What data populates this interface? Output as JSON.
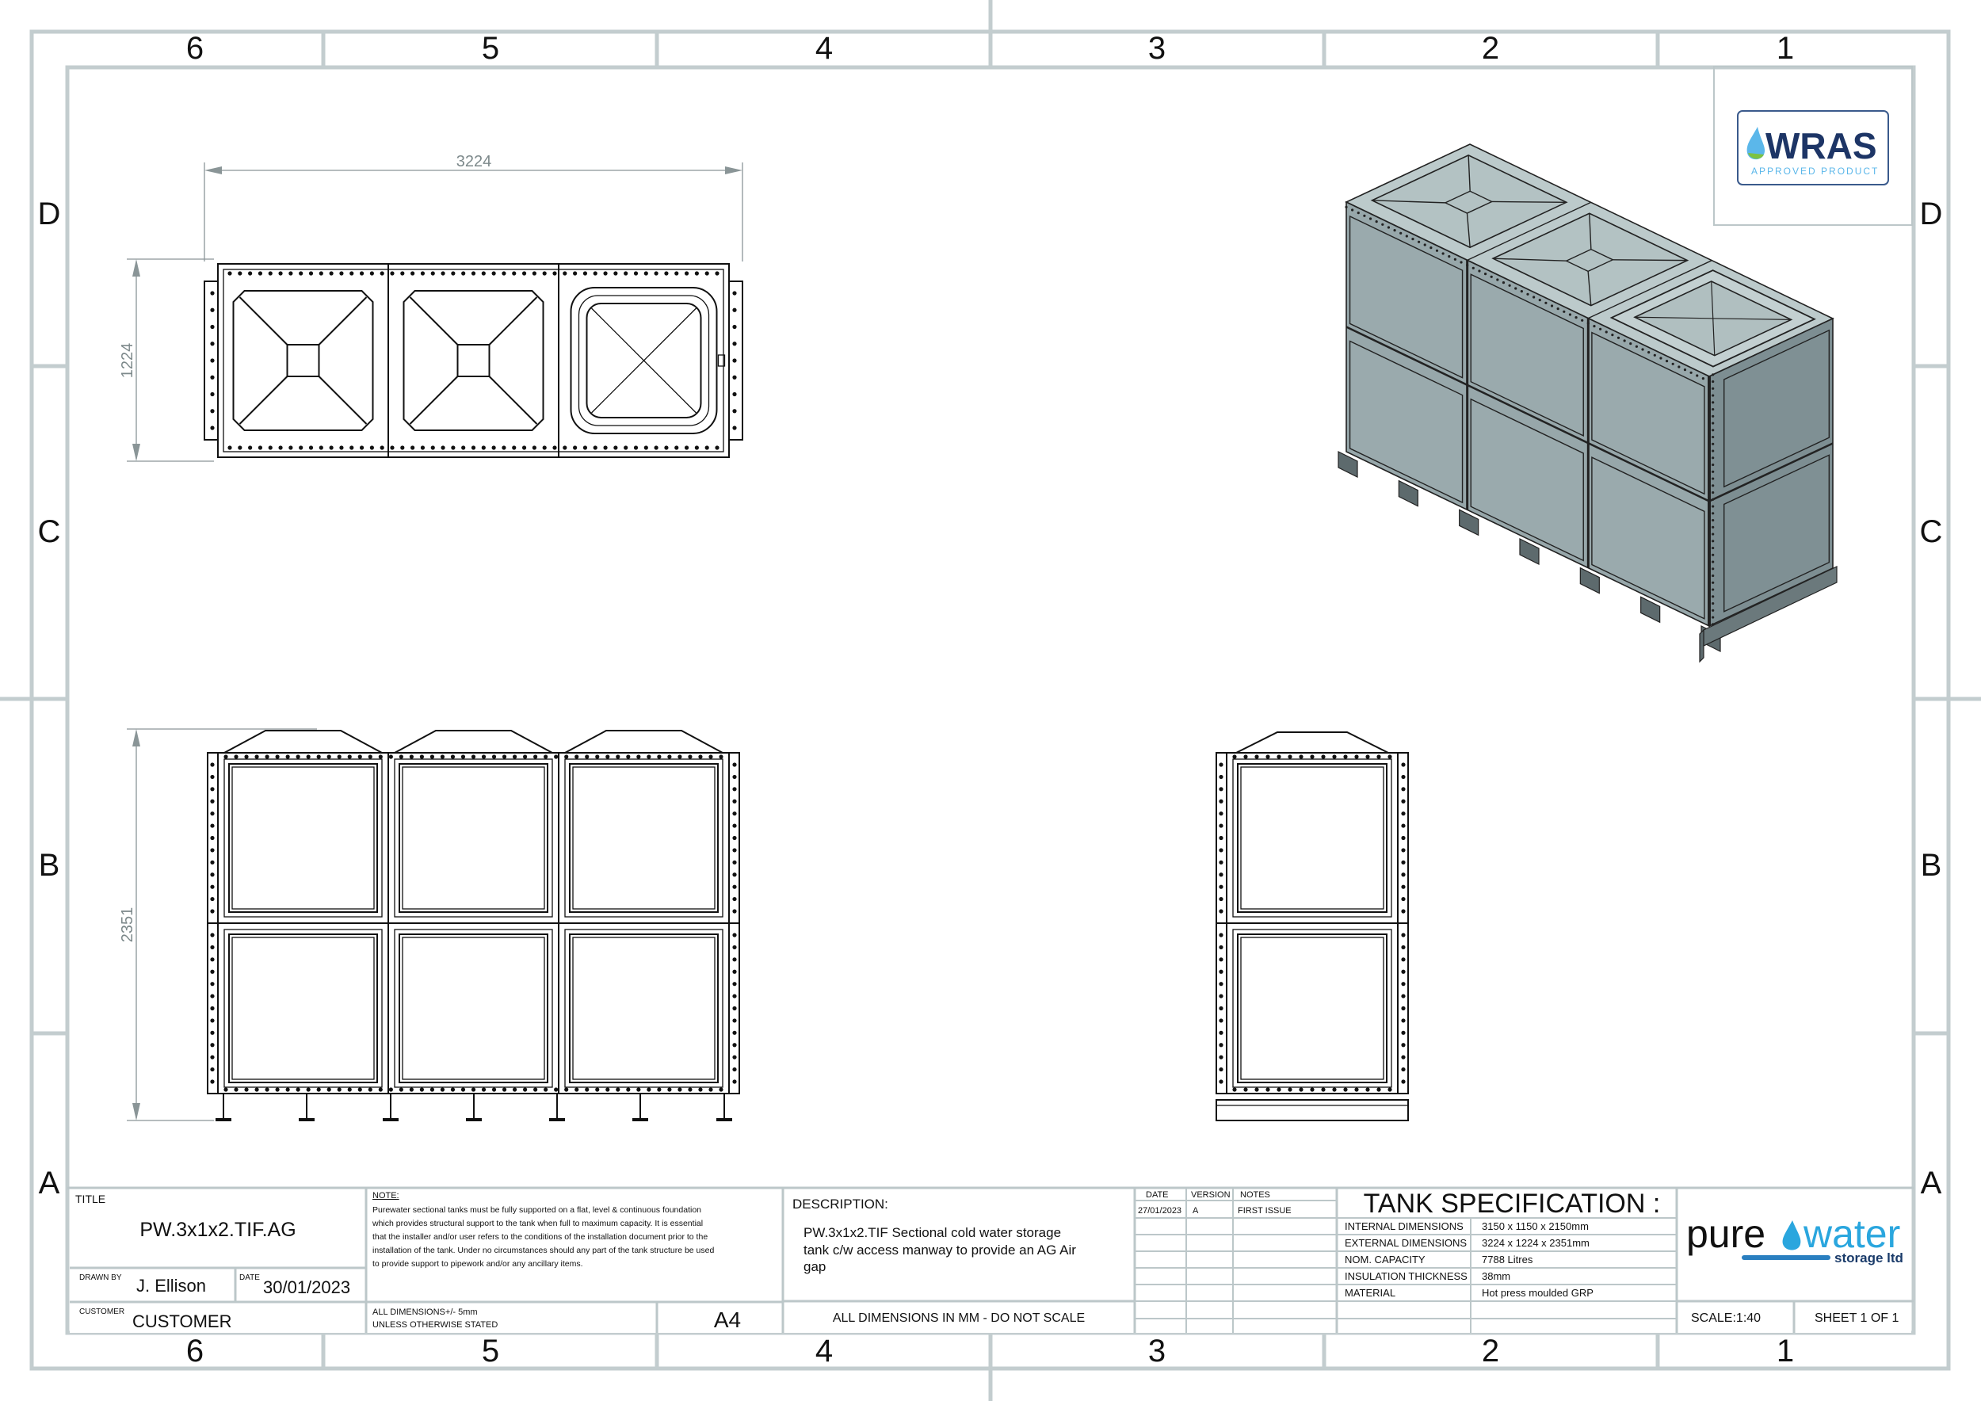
{
  "zones": {
    "columns": [
      "6",
      "5",
      "4",
      "3",
      "2",
      "1"
    ],
    "rows": [
      "D",
      "C",
      "B",
      "A"
    ]
  },
  "dimensions": {
    "length": "3224",
    "width": "1224",
    "height": "2351"
  },
  "wras_logo": {
    "name": "WRAS",
    "tagline": "APPROVED PRODUCT"
  },
  "title_block": {
    "title_label": "TITLE",
    "title": "PW.3x1x2.TIF.AG",
    "drawn_by_label": "DRAWN BY",
    "drawn_by": "J. Ellison",
    "date_label": "DATE",
    "date": "30/01/2023",
    "customer_label": "CUSTOMER",
    "customer": "CUSTOMER",
    "note_label": "NOTE:",
    "note_lines": [
      "Purewater sectional tanks must be fully supported on a flat, level & continuous foundation",
      "which provides structural support to the tank when full to maximum capacity. It is essential",
      "that the installer and/or user refers to the conditions of the installation document prior to the",
      "installation of the tank. Under no circumstances should any part of the tank structure be used",
      "to provide support to pipework and/or any ancillary items."
    ],
    "tolerance_lines": [
      "ALL DIMENSIONS+/- 5mm",
      "UNLESS OTHERWISE STATED"
    ],
    "paper_size": "A4",
    "description_label": "DESCRIPTION:",
    "description_lines": [
      "PW.3x1x2.TIF Sectional cold water storage",
      "tank c/w access manway to provide an AG Air",
      "gap"
    ],
    "units_note": "ALL DIMENSIONS IN MM - DO NOT SCALE",
    "revisions": {
      "headers": [
        "DATE",
        "VERSION",
        "NOTES"
      ],
      "rows": [
        [
          "27/01/2023",
          "A",
          "FIRST ISSUE"
        ]
      ]
    },
    "spec_title": "TANK SPECIFICATION :",
    "spec_rows": [
      {
        "label": "INTERNAL DIMENSIONS",
        "value": "3150 x 1150 x 2150mm"
      },
      {
        "label": "EXTERNAL DIMENSIONS",
        "value": "3224 x 1224 x 2351mm"
      },
      {
        "label": "NOM. CAPACITY",
        "value": "7788 Litres"
      },
      {
        "label": "INSULATION THICKNESS",
        "value": "38mm"
      },
      {
        "label": "MATERIAL",
        "value": "Hot press moulded GRP"
      }
    ],
    "company_logo": {
      "word1": "pure",
      "word2": "water",
      "sub": "storage ltd"
    },
    "scale": "SCALE:1:40",
    "sheet": "SHEET 1 OF 1"
  },
  "colors": {
    "frame": "#c3cdcf",
    "tank_top": "#bccacb",
    "tank_front": "#97a7aa",
    "tank_side": "#7d8e92",
    "wras_navy": "#1d3566",
    "wras_light": "#5bb7ea",
    "logo_blue": "#2aa6de"
  }
}
